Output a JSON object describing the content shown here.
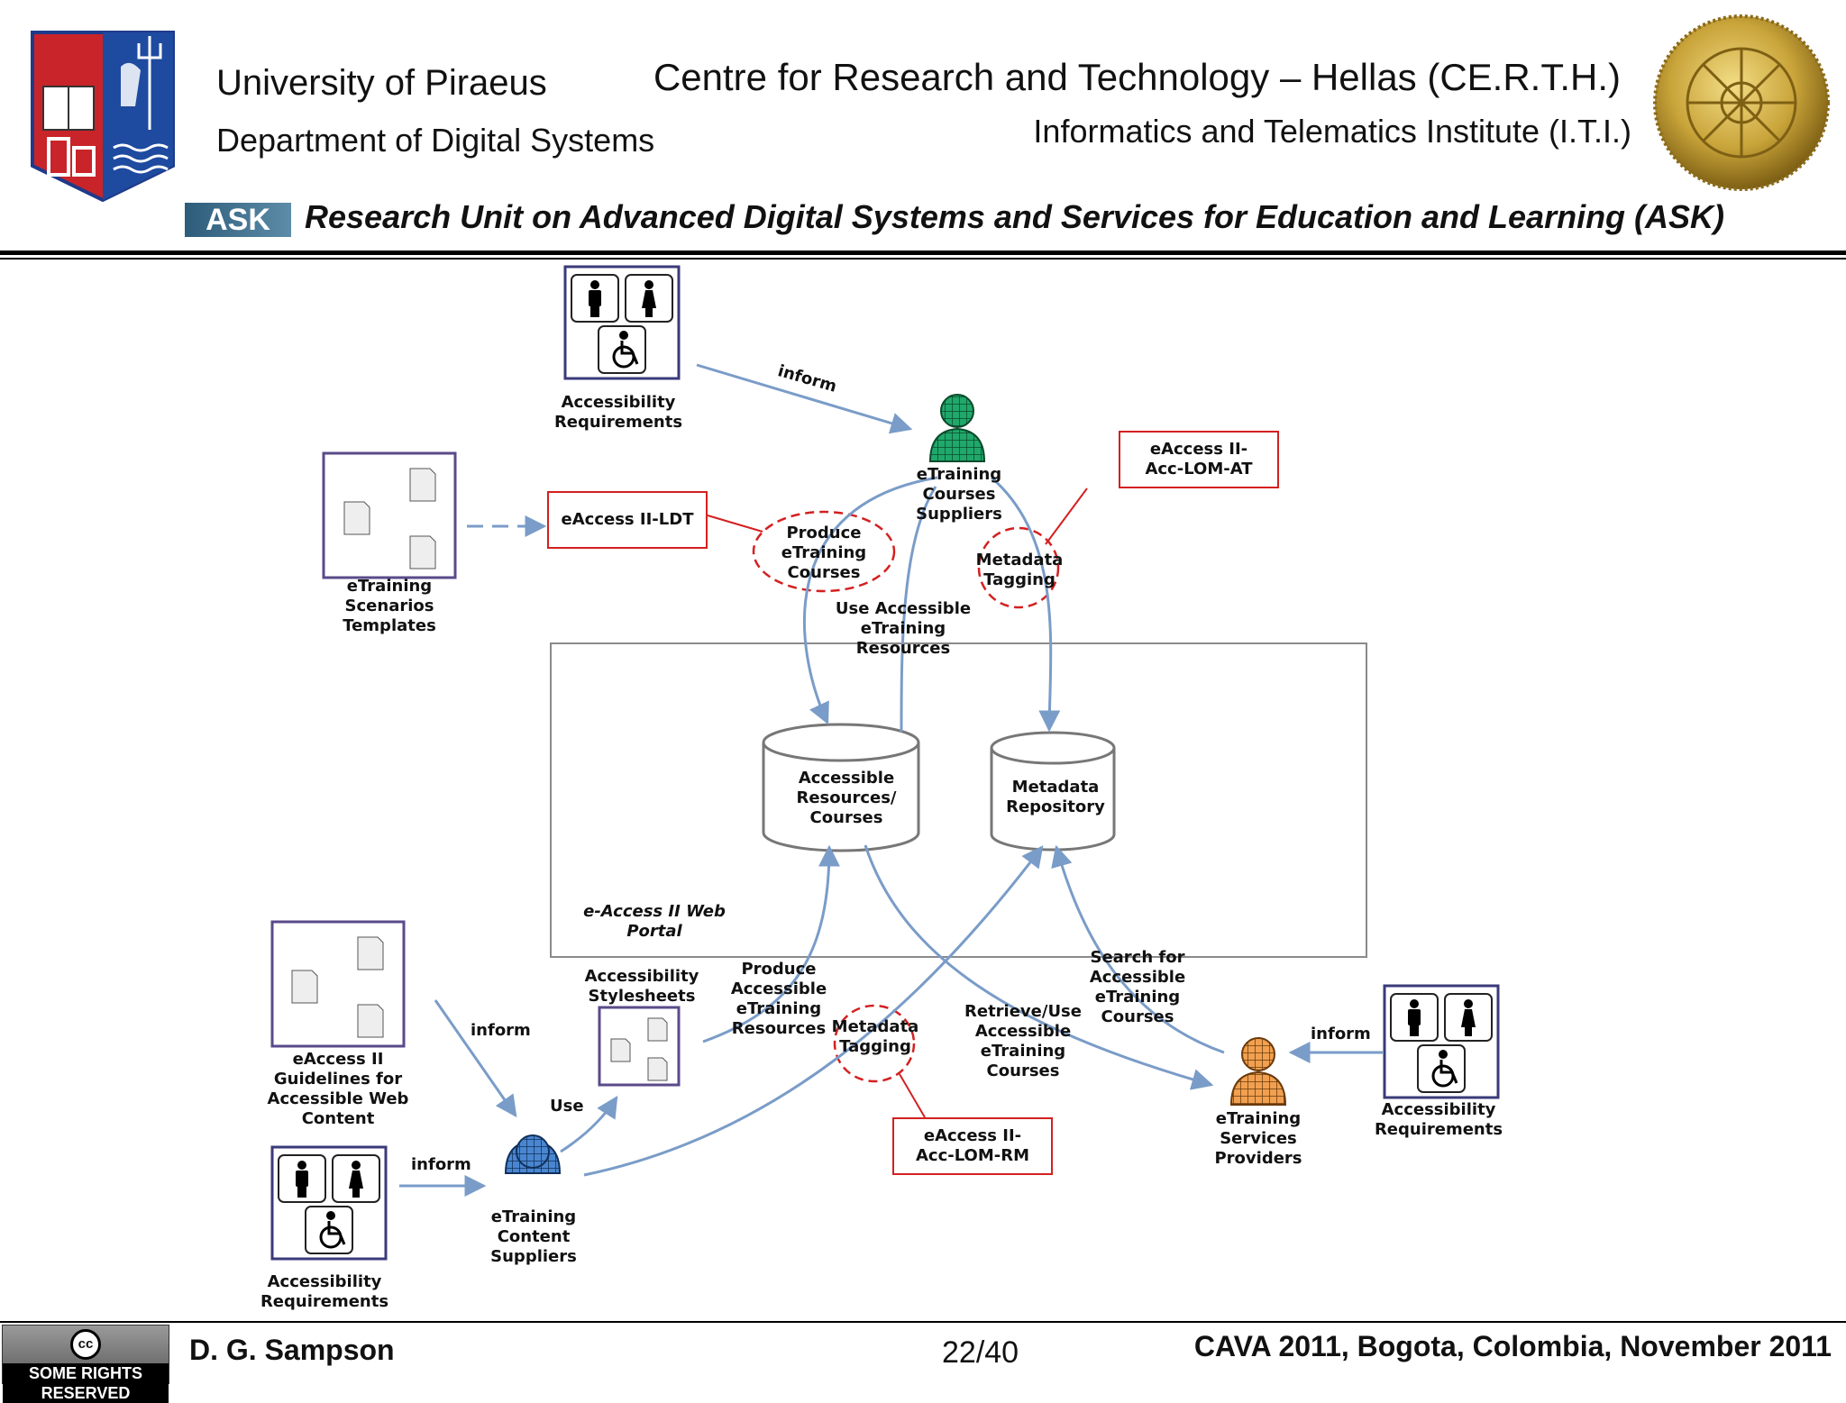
{
  "header": {
    "university": "University of Piraeus",
    "department": "Department of Digital Systems",
    "centre": "Centre for Research and Technology – Hellas (CE.R.T.H.)",
    "institute": "Informatics and Telematics Institute (I.T.I.)",
    "ask_logo": "ASK",
    "unit_title": "Research Unit on Advanced Digital Systems and Services for Education and Learning (ASK)"
  },
  "diagram": {
    "acc_req_top": "Accessibility\nRequirements",
    "inform_top": "inform",
    "supplier_top": "eTraining\nCourses\nSuppliers",
    "ldt_box": "eAccess II-LDT",
    "acc_lom_at_box": "eAccess II-\nAcc-LOM-AT",
    "templates": "eTraining\nScenarios\nTemplates",
    "produce_courses": "Produce\neTraining\nCourses",
    "metadata_tagging_top": "Metadata\nTagging",
    "use_accessible": "Use Accessible\neTraining\nResources",
    "accessible_resources": "Accessible\nResources/\nCourses",
    "metadata_repository": "Metadata\nRepository",
    "portal": "e-Access II Web\nPortal",
    "guidelines": "eAccess II\nGuidelines for\nAccessible Web\nContent",
    "inform_guidelines": "inform",
    "stylesheets": "Accessibility\nStylesheets",
    "use": "Use",
    "produce_accessible": "Produce\nAccessible\neTraining\nResources",
    "metadata_tagging_bottom": "Metadata\nTagging",
    "retrieve_use": "Retrieve/Use\nAccessible\neTraining\nCourses",
    "search_for": "Search for\nAccessible\neTraining\nCourses",
    "inform_right": "inform",
    "acc_req_right": "Accessibility\nRequirements",
    "service_providers": "eTraining\nServices\nProviders",
    "acc_lom_rm_box": "eAccess II-\nAcc-LOM-RM",
    "inform_left": "inform",
    "acc_req_left": "Accessibility\nRequirements",
    "content_suppliers": "eTraining\nContent\nSuppliers"
  },
  "footer": {
    "cc_label": "SOME RIGHTS RESERVED",
    "cc_symbol": "cc",
    "author": "D. G. Sampson",
    "page": "22/40",
    "event": "CAVA 2011, Bogota, Colombia, November 2011"
  },
  "colors": {
    "arrow": "#7a9cc8",
    "red": "#d42020",
    "green_person": "#1fa86a",
    "blue_person": "#4a86d0",
    "orange_person": "#f0a050"
  }
}
